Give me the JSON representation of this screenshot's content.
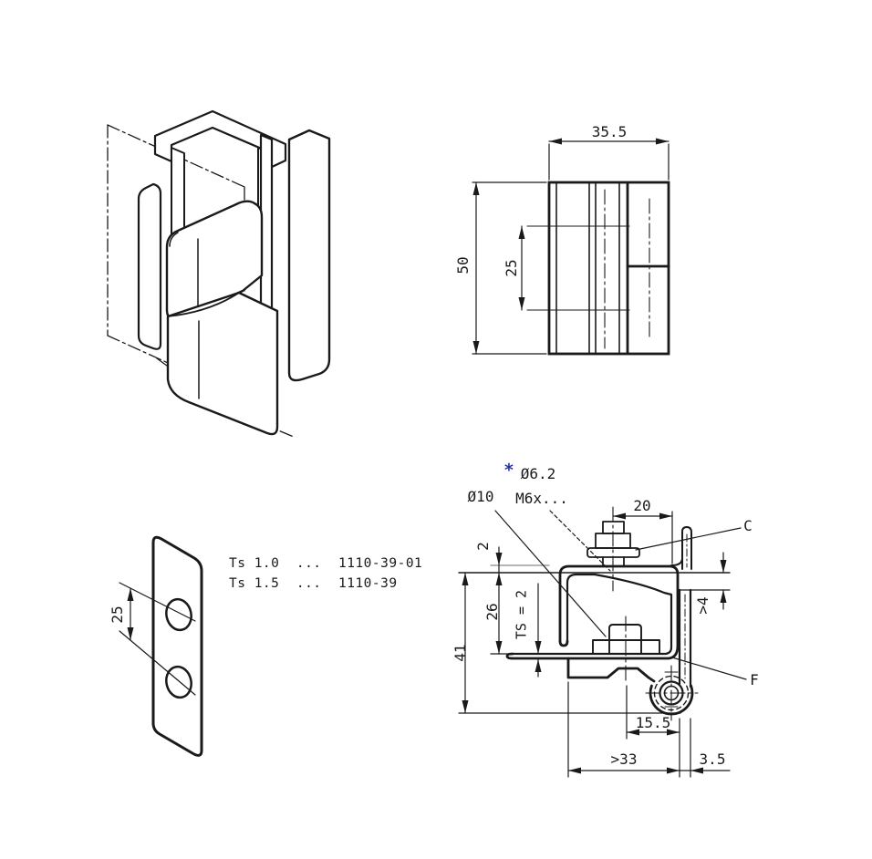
{
  "front_view": {
    "width": "35.5",
    "height": "50",
    "hole_pitch": "25"
  },
  "plate_view": {
    "hole_pitch": "25",
    "note_line1": "Ts 1.0  ...  1110-39-01",
    "note_line2": "Ts 1.5  ...  1110-39"
  },
  "section_view": {
    "flange_width": "20",
    "offset_top": "2",
    "depth": "26",
    "height": "41",
    "sheet_thickness": "TS = 2",
    "clearance": ">4",
    "pin_offset": "15.5",
    "min_width": ">33",
    "gap": "3.5",
    "label_c": "C",
    "label_f": "F",
    "hole_dia": "Ø10",
    "star": "*",
    "stud_dia": "Ø6.2",
    "thread": "M6x..."
  },
  "colors": {
    "line": "#1a1a1a",
    "faint_line": "#8a8a8a",
    "star_accent": "#2233aa",
    "background": "#ffffff"
  }
}
